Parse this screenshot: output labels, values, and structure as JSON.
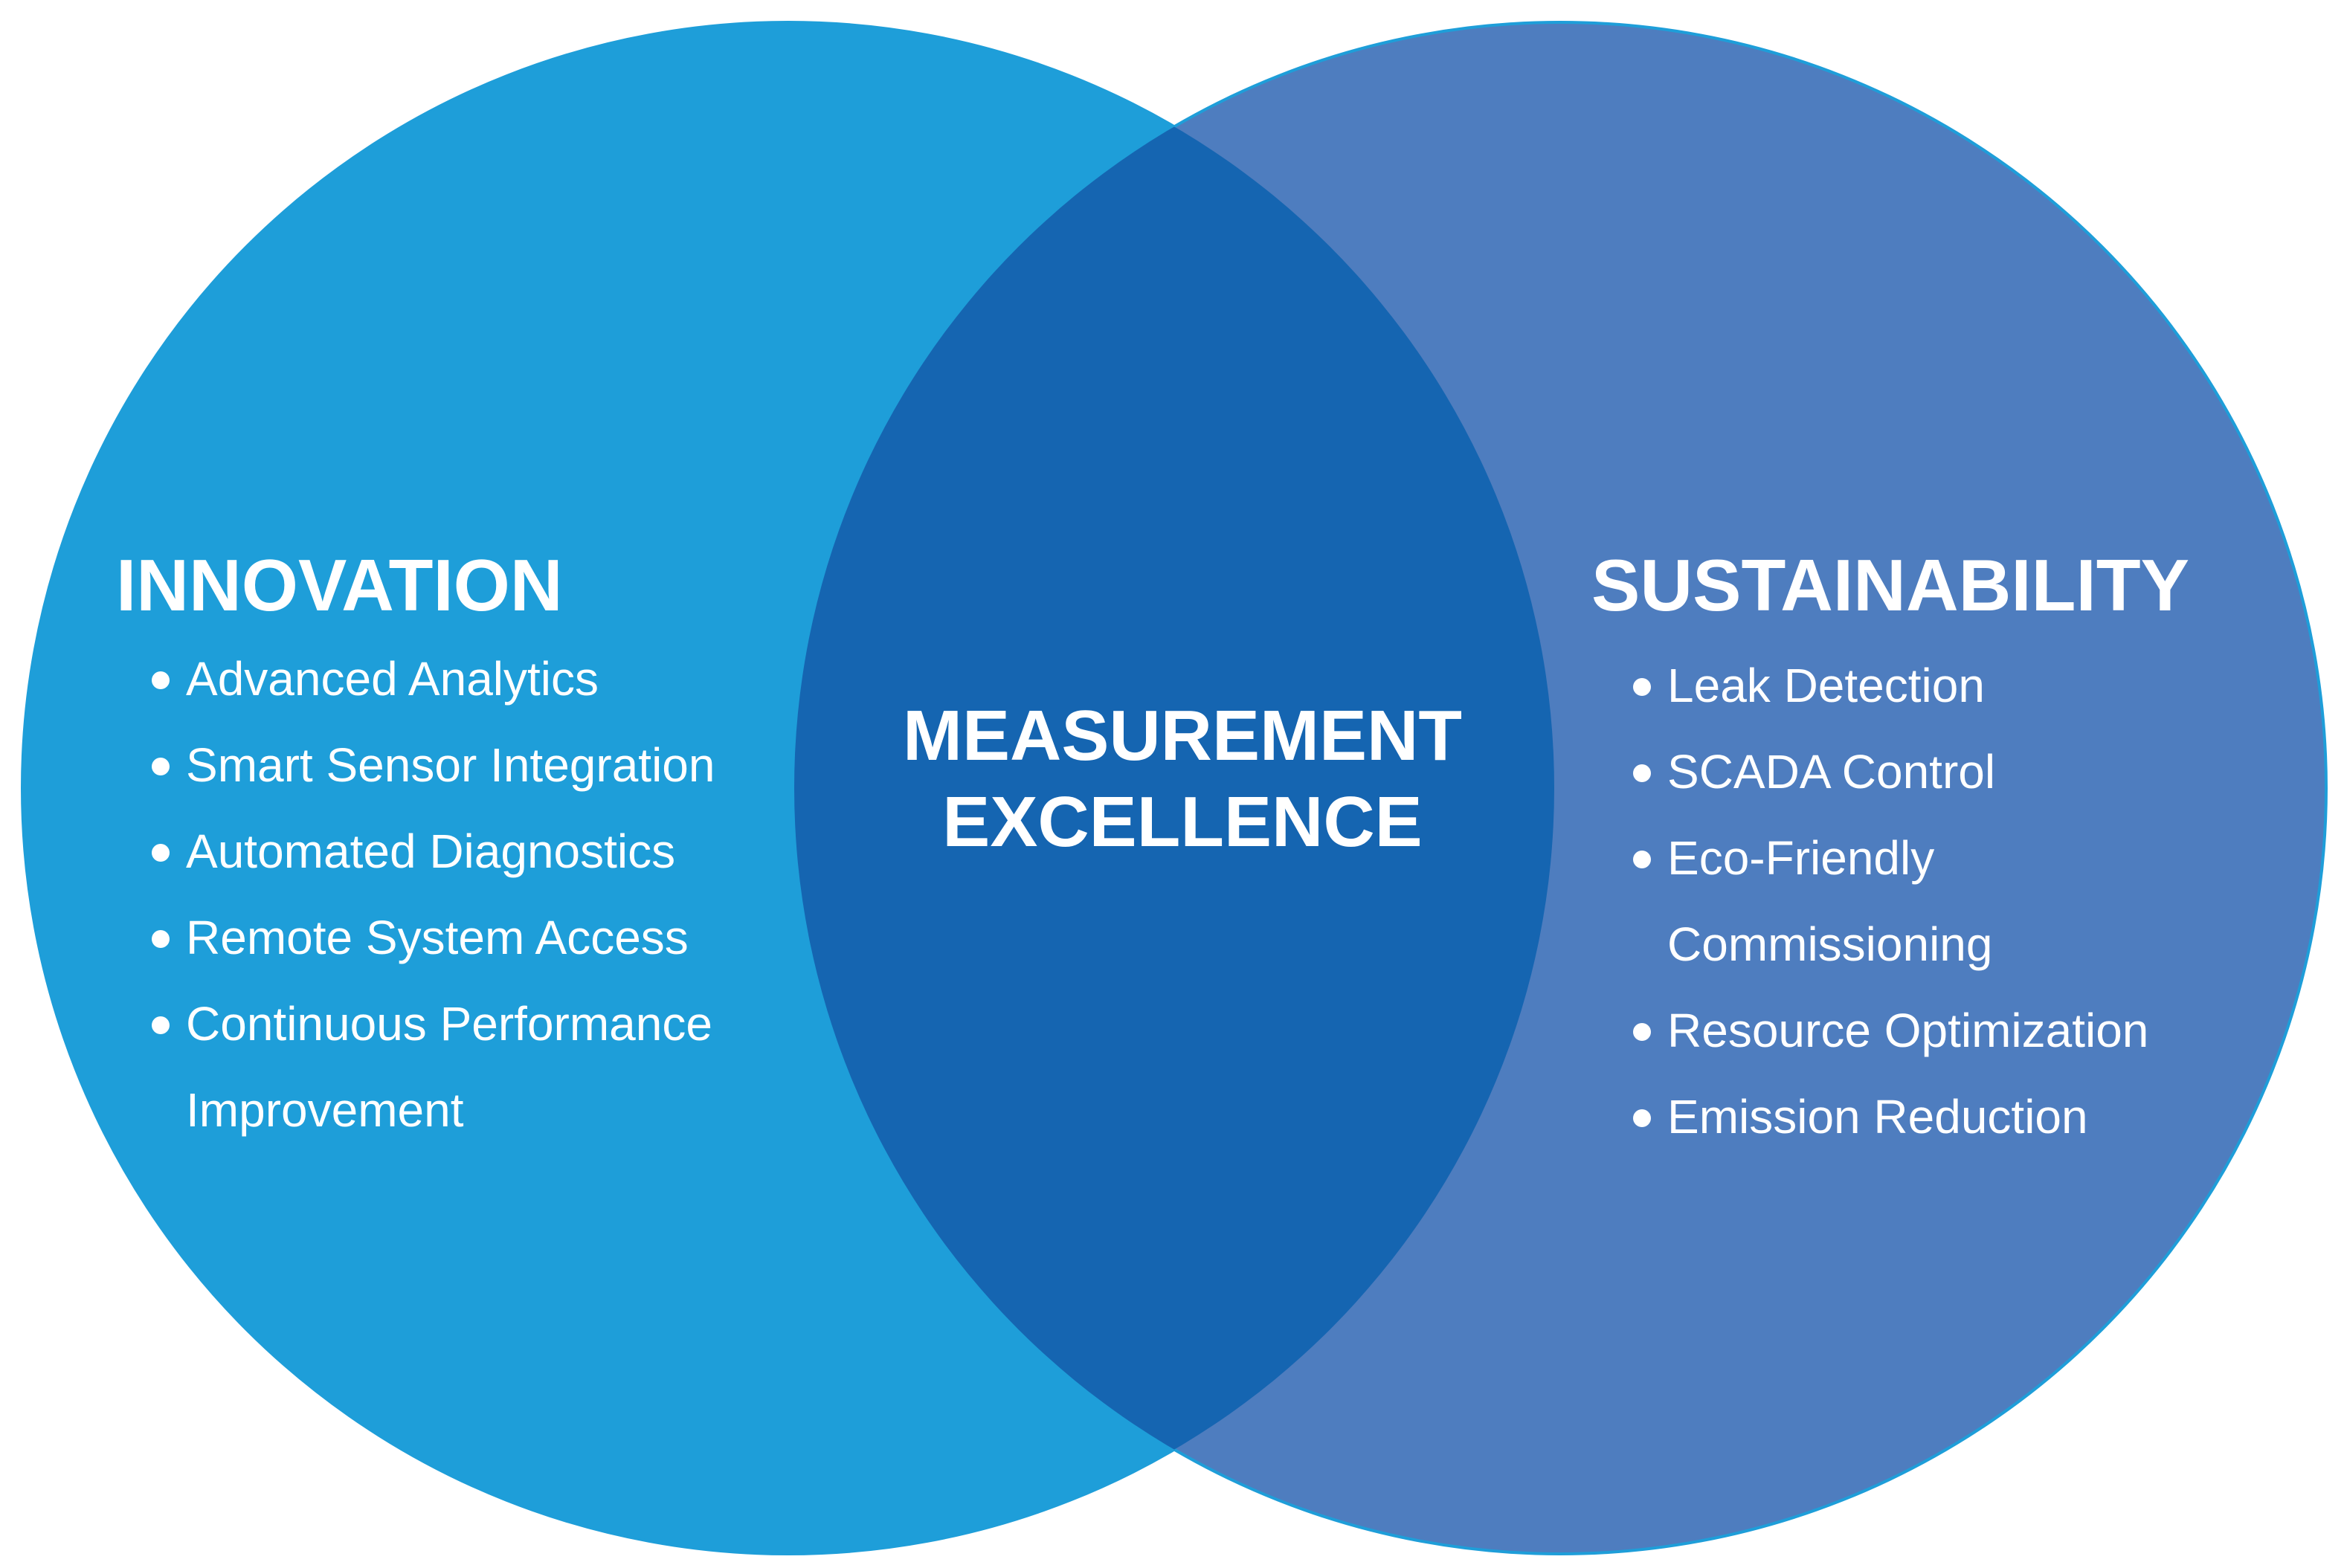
{
  "colors": {
    "left_circle": "#1E9ED9",
    "right_circle": "#4E7DBF",
    "overlap": "#1565B1",
    "text": "#FFFFFF"
  },
  "left": {
    "title": "INNOVATION",
    "items": [
      "Advanced Analytics",
      "Smart Sensor Integration",
      "Automated Diagnostics",
      "Remote System  Access",
      "Continuous Performance",
      "Improvement"
    ]
  },
  "center": {
    "line1": "MEASUREMENT",
    "line2": "EXCELLENCE"
  },
  "right": {
    "title": "SUSTAINABILITY",
    "items": [
      "Leak Detection",
      "SCADA Control",
      "Eco-Friendly",
      "Commissioning",
      "Resource Optimization",
      "Emission Reduction"
    ]
  }
}
